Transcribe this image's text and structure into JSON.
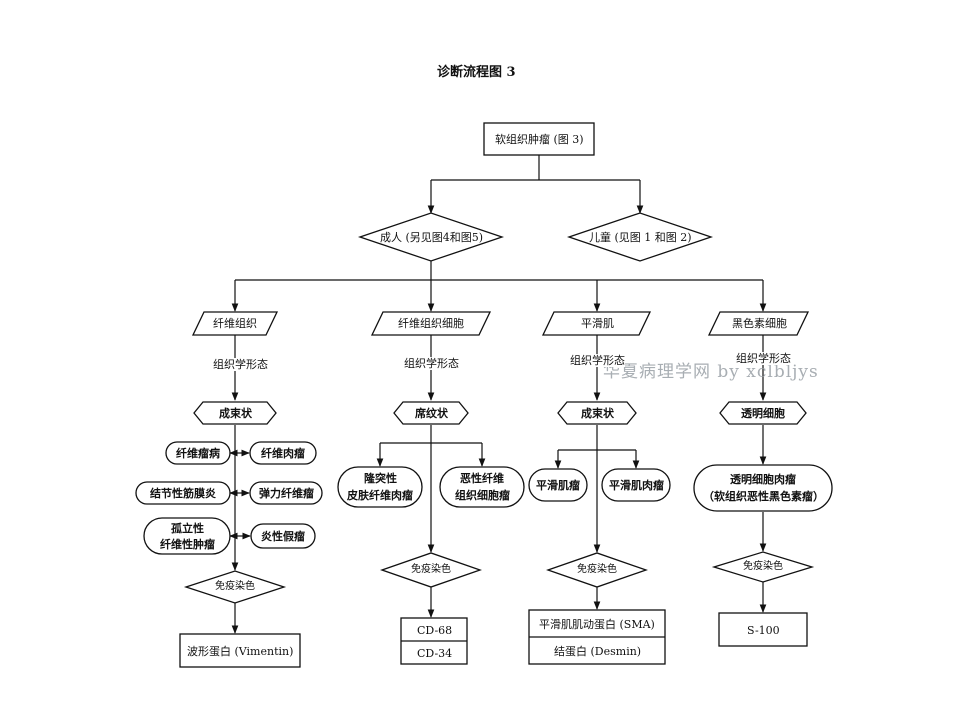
{
  "title": "诊断流程图 3",
  "watermark": "华夏病理学网 by xclbljys",
  "nodes": {
    "root": "软组织肿瘤 (图 3)",
    "adult": "成人 (另见图4和图5)",
    "child": "儿童 (见图 1 和图 2)",
    "fibrous": "纤维组织",
    "fibrohistio": "纤维组织细胞",
    "smooth": "平滑肌",
    "melano": "黑色素细胞",
    "histo1": "组织学形态",
    "histo2": "组织学形态",
    "histo3": "组织学形态",
    "histo4": "组织学形态",
    "fasc1": "成束状",
    "storiform": "席纹状",
    "fasc3": "成束状",
    "clearcell": "透明细胞",
    "fibromatosis": "纤维瘤病",
    "fibrosarcoma": "纤维肉瘤",
    "nodfasc": "结节性筋膜炎",
    "elasto": "弹力纤维瘤",
    "sft_l1": "孤立性",
    "sft_l2": "纤维性肿瘤",
    "imt": "炎性假瘤",
    "dfsp_l1": "隆突性",
    "dfsp_l2": "皮肤纤维肉瘤",
    "mfh_l1": "恶性纤维",
    "mfh_l2": "组织细胞瘤",
    "leio": "平滑肌瘤",
    "leiosarc": "平滑肌肉瘤",
    "ccs_l1": "透明细胞肉瘤",
    "ccs_l2": "（软组织恶性黑色素瘤）",
    "ihc1": "免疫染色",
    "ihc2": "免疫染色",
    "ihc3": "免疫染色",
    "ihc4": "免疫染色",
    "vim": "波形蛋白 (Vimentin)",
    "cd68": "CD-68",
    "cd34": "CD-34",
    "sma": "平滑肌肌动蛋白 (SMA)",
    "desmin": "结蛋白 (Desmin)",
    "s100": "S-100"
  }
}
